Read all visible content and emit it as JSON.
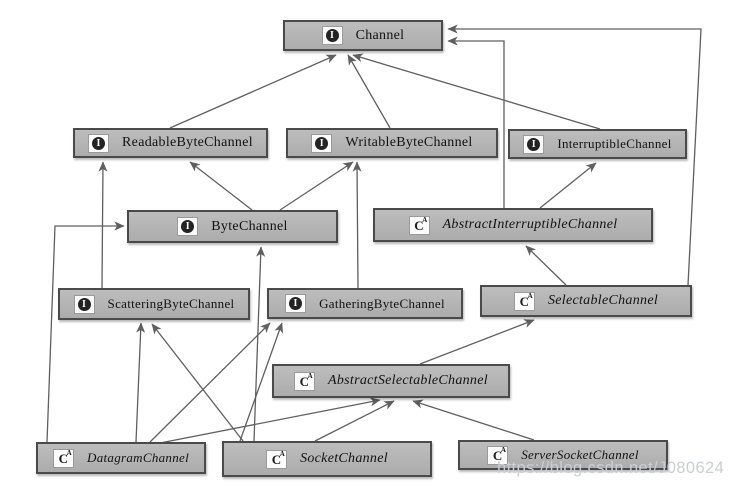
{
  "icons": {
    "interface_letter": "I",
    "class_letter": "C",
    "class_sup": "A"
  },
  "nodes": [
    {
      "id": "channel",
      "label": "Channel",
      "kind": "interface"
    },
    {
      "id": "readable",
      "label": "ReadableByteChannel",
      "kind": "interface"
    },
    {
      "id": "writable",
      "label": "WritableByteChannel",
      "kind": "interface"
    },
    {
      "id": "interruptible",
      "label": "InterruptibleChannel",
      "kind": "interface"
    },
    {
      "id": "bytechannel",
      "label": "ByteChannel",
      "kind": "interface"
    },
    {
      "id": "abstractinterruptible",
      "label": "AbstractInterruptibleChannel",
      "kind": "abstract-class"
    },
    {
      "id": "scattering",
      "label": "ScatteringByteChannel",
      "kind": "interface"
    },
    {
      "id": "gathering",
      "label": "GatheringByteChannel",
      "kind": "interface"
    },
    {
      "id": "selectable",
      "label": "SelectableChannel",
      "kind": "abstract-class"
    },
    {
      "id": "abstractselectable",
      "label": "AbstractSelectableChannel",
      "kind": "abstract-class"
    },
    {
      "id": "datagram",
      "label": "DatagramChannel",
      "kind": "abstract-class"
    },
    {
      "id": "socket",
      "label": "SocketChannel",
      "kind": "abstract-class"
    },
    {
      "id": "serversocket",
      "label": "ServerSocketChannel",
      "kind": "abstract-class"
    }
  ],
  "edges": [
    {
      "from": "ReadableByteChannel",
      "to": "Channel"
    },
    {
      "from": "WritableByteChannel",
      "to": "Channel"
    },
    {
      "from": "InterruptibleChannel",
      "to": "Channel"
    },
    {
      "from": "ByteChannel",
      "to": "ReadableByteChannel"
    },
    {
      "from": "ByteChannel",
      "to": "WritableByteChannel"
    },
    {
      "from": "ScatteringByteChannel",
      "to": "ReadableByteChannel"
    },
    {
      "from": "GatheringByteChannel",
      "to": "WritableByteChannel"
    },
    {
      "from": "AbstractInterruptibleChannel",
      "to": "InterruptibleChannel"
    },
    {
      "from": "AbstractInterruptibleChannel",
      "to": "Channel"
    },
    {
      "from": "SelectableChannel",
      "to": "AbstractInterruptibleChannel"
    },
    {
      "from": "SelectableChannel",
      "to": "Channel"
    },
    {
      "from": "AbstractSelectableChannel",
      "to": "SelectableChannel"
    },
    {
      "from": "DatagramChannel",
      "to": "ByteChannel"
    },
    {
      "from": "DatagramChannel",
      "to": "ScatteringByteChannel"
    },
    {
      "from": "DatagramChannel",
      "to": "GatheringByteChannel"
    },
    {
      "from": "DatagramChannel",
      "to": "AbstractSelectableChannel"
    },
    {
      "from": "SocketChannel",
      "to": "ByteChannel"
    },
    {
      "from": "SocketChannel",
      "to": "ScatteringByteChannel"
    },
    {
      "from": "SocketChannel",
      "to": "GatheringByteChannel"
    },
    {
      "from": "SocketChannel",
      "to": "AbstractSelectableChannel"
    },
    {
      "from": "ServerSocketChannel",
      "to": "AbstractSelectableChannel"
    }
  ],
  "watermark": "https://blog.csdn.net/J080624",
  "colors": {
    "box_fill": "#b3b3b3",
    "box_border": "#4a4a4a",
    "line": "#5f5f5f",
    "background": "#ffffff",
    "watermark": "#c9cfd4"
  }
}
